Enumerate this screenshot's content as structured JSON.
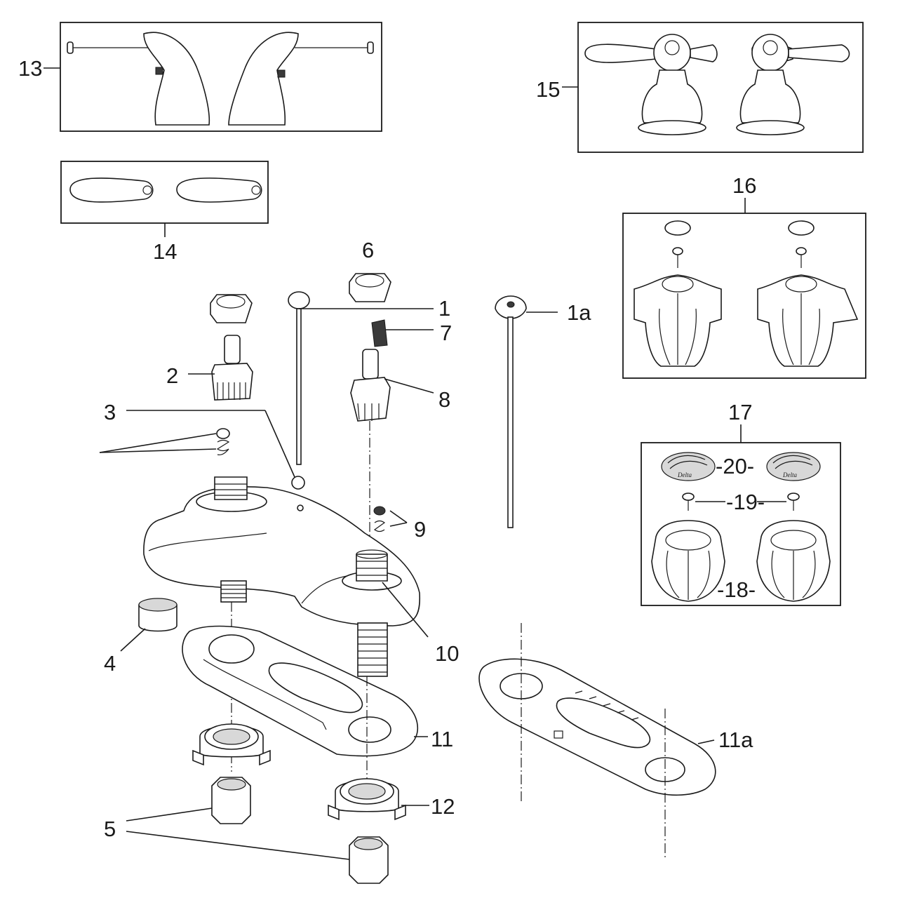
{
  "callouts": {
    "c1": "1",
    "c1a": "1a",
    "c2": "2",
    "c3": "3",
    "c4": "4",
    "c5": "5",
    "c6": "6",
    "c7": "7",
    "c8": "8",
    "c9": "9",
    "c10": "10",
    "c11": "11",
    "c11a": "11a",
    "c12": "12",
    "c13": "13",
    "c14": "14",
    "c15": "15",
    "c16": "16",
    "c17": "17",
    "c18": "-18-",
    "c19": "-19-",
    "c20": "-20-"
  },
  "logo_text": "Delta"
}
